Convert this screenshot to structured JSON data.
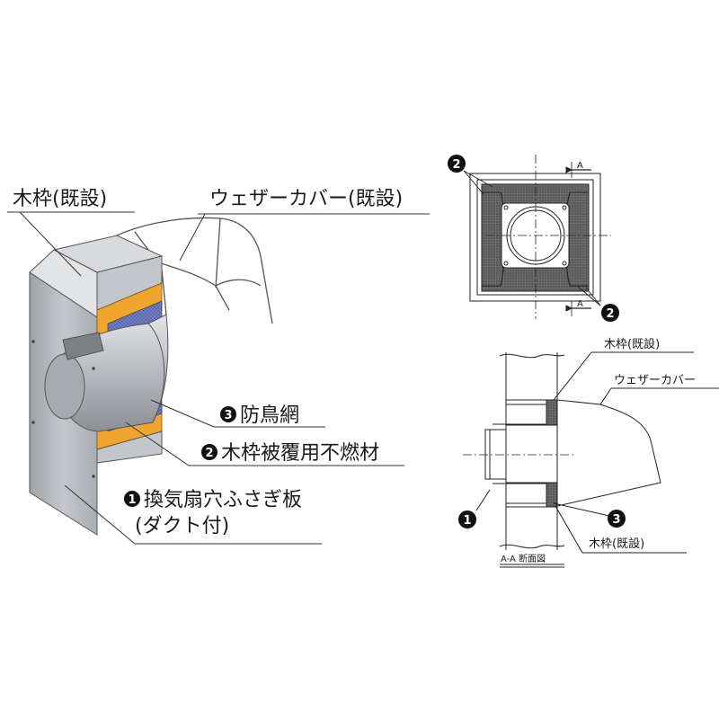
{
  "colors": {
    "line": "#1a1a1a",
    "panel": "#b9bcc1",
    "panel_dark": "#8e9297",
    "insulation": "#f0a530",
    "mesh": "#5a68b0",
    "duct": "#c8cacd",
    "hatch": "#555555"
  },
  "left": {
    "label_frame": "木枠(既設)",
    "label_weather_cover": "ウェザーカバー(既設)",
    "label_3": "防鳥網",
    "label_2": "木枠被覆用不燃材",
    "label_1_line1": "換気扇穴ふさぎ板",
    "label_1_line2": "(ダクト付)"
  },
  "markers": {
    "one": "1",
    "two": "2",
    "three": "3"
  },
  "front_view": {
    "section_mark": "A"
  },
  "section_view": {
    "label_frame_top": "木枠(既設)",
    "label_weather_cover": "ウェザーカバー",
    "label_frame_bottom": "木枠(既設)",
    "caption": "A-A 断面図"
  }
}
